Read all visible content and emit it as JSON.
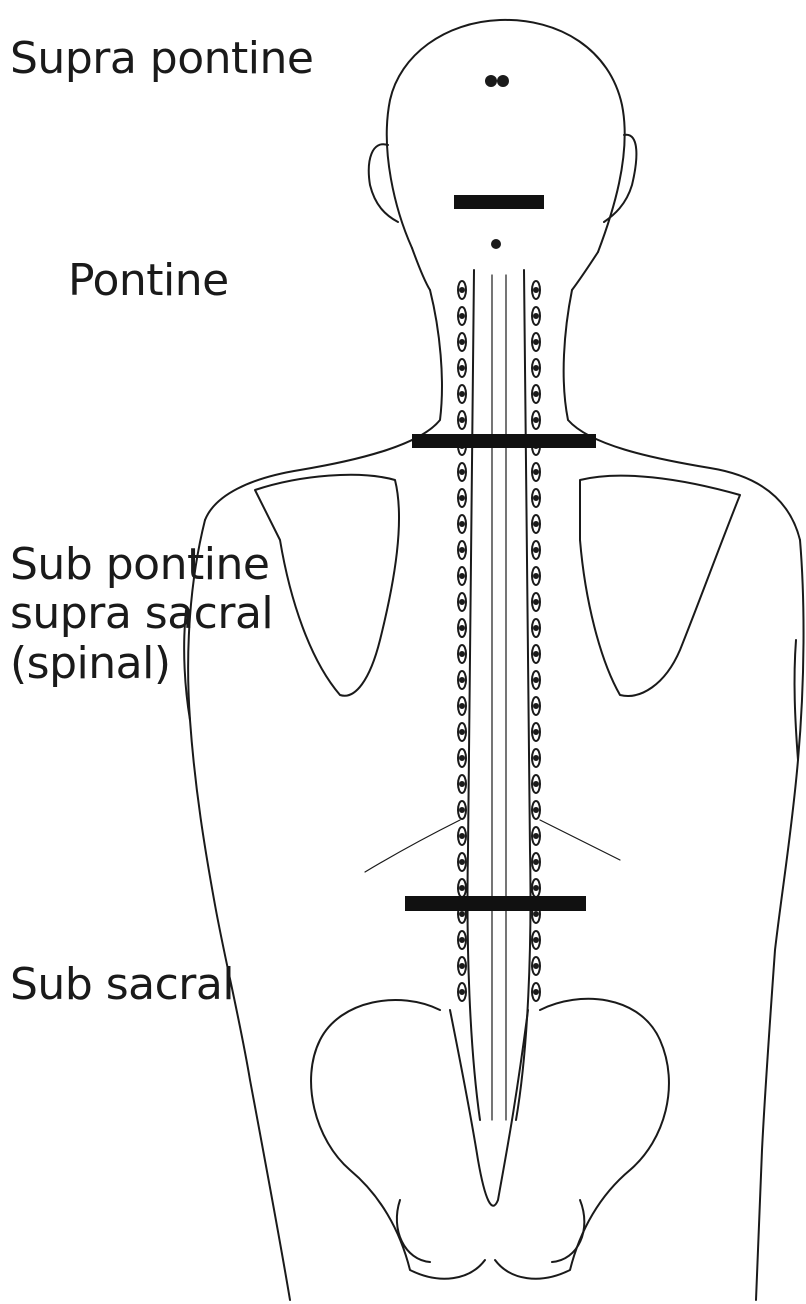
{
  "labels": {
    "supra_pontine": "Supra pontine",
    "pontine": "Pontine",
    "sub_pontine_line1": "Sub pontine",
    "sub_pontine_line2": "supra sacral",
    "sub_pontine_line3": "(spinal)",
    "sub_sacral": "Sub sacral"
  },
  "colors": {
    "ink": "#1a1a1a",
    "background": "#ffffff"
  }
}
